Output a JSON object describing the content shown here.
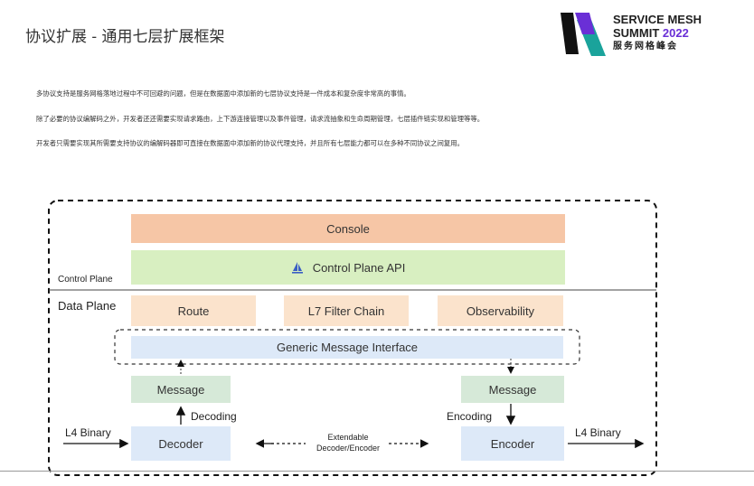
{
  "header": {
    "title": "协议扩展 - 通用七层扩展框架",
    "logo": {
      "line1": "SERVICE MESH",
      "line2_prefix": "SUMMIT ",
      "line2_year": "2022",
      "line3": "服务网格峰会"
    }
  },
  "paragraphs": [
    "多协议支持是服务网格落地过程中不可回避的问题，但是在数据面中添加新的七层协议支持是一件成本和复杂度非常高的事情。",
    "除了必要的协议编解码之外，开发者还还需要实现请求路由，上下游连接管理以及事件管理，请求流抽象和生命周期管理，七层插件链实现和管理等等。",
    "开发者只需要实现其所需要支持协议的编解码器即可直接在数据面中添加新的协议代理支持，并且所有七层能力都可以在多种不同协议之间复用。"
  ],
  "diagram": {
    "control_plane_label": "Control Plane",
    "data_plane_label": "Data Plane",
    "console": "Console",
    "control_plane_api": "Control Plane API",
    "route": "Route",
    "filter_chain": "L7 Filter Chain",
    "observability": "Observability",
    "generic_message_interface": "Generic Message Interface",
    "message_left": "Message",
    "message_right": "Message",
    "decoding": "Decoding",
    "encoding": "Encoding",
    "decoder": "Decoder",
    "encoder": "Encoder",
    "l4_in": "L4 Binary",
    "l4_out": "L4 Binary",
    "extendable_line1": "Extendable",
    "extendable_line2": "Decoder/Encoder"
  },
  "colors": {
    "accent": "#6a2fd6",
    "console": "#f6c6a6",
    "api": "#d8efc1",
    "module": "#fbe3cc",
    "codec": "#dde9f8"
  }
}
